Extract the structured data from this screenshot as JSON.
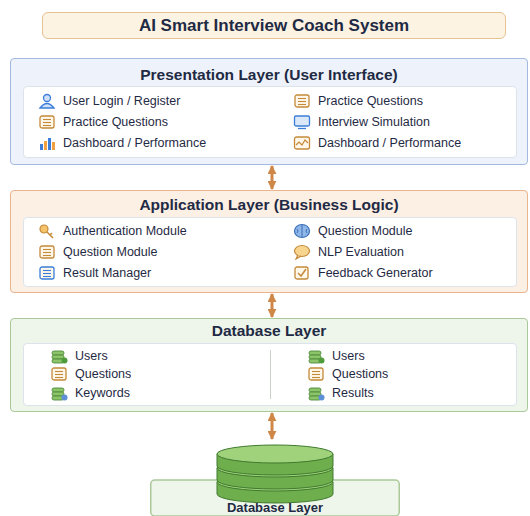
{
  "diagram": {
    "title": "AI Smart Interview Coach System",
    "nodes": [
      {
        "text": [
          "AI Smart Interview Coach System"
        ]
      },
      {
        "text": [
          "Presentation Layer (User Interface)"
        ]
      },
      {
        "text": [
          "User Login / Register",
          "Practice Questions",
          "Practice Questions",
          "Interview Simulation",
          "Dashboard / Performance",
          "Dashboard / Performance"
        ],
        "in": 1
      },
      {
        "text": [
          "Application Layer (Business Logic)"
        ]
      },
      {
        "text": [
          "Authentication Module",
          "Question Module",
          "Question Module",
          "NLP Evaluation",
          "Result Manager",
          "Feedback Generator"
        ],
        "in": 3
      },
      {
        "text": [
          "Database Layer"
        ]
      },
      {
        "text": [
          "Users",
          "Users",
          "Questions",
          "Questions",
          "Keywords",
          "Results"
        ],
        "in": 5
      },
      {
        "text": [
          "Database Layer"
        ]
      }
    ],
    "edges": [
      {
        "from": 1,
        "to": 3,
        "arrow": "both"
      },
      {
        "from": 3,
        "to": 5,
        "arrow": "both"
      },
      {
        "from": 5,
        "to": 7,
        "arrow": "both"
      }
    ]
  }
}
